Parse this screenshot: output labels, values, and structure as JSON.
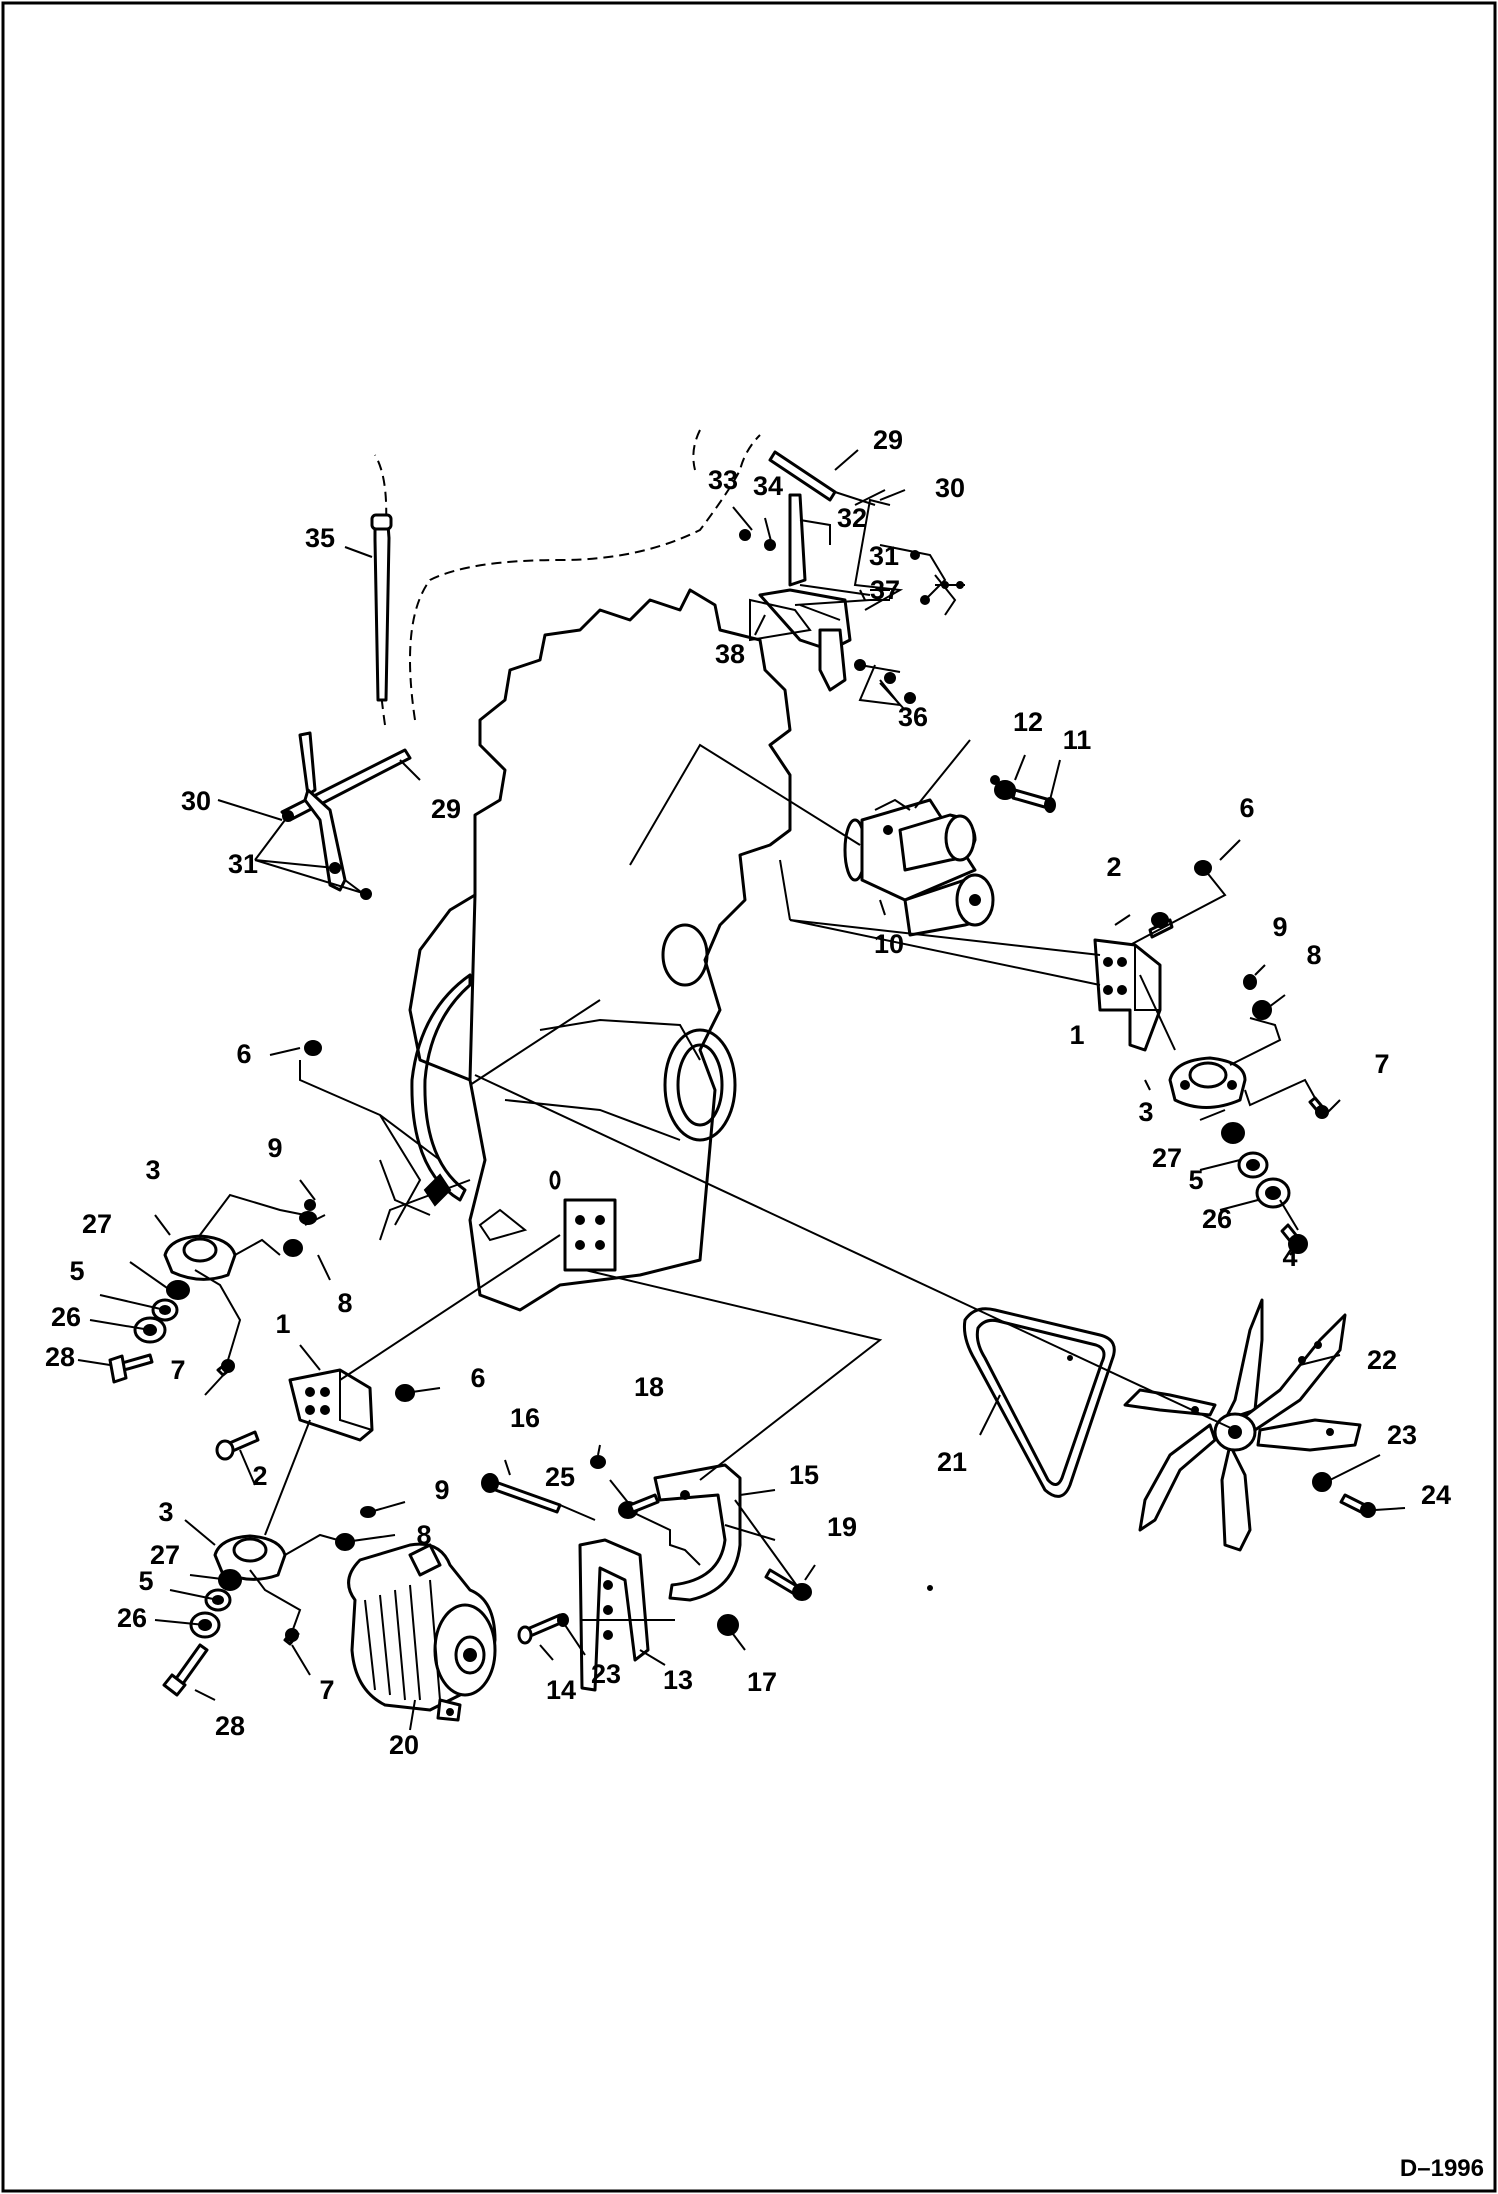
{
  "drawing_code": "D–1996",
  "callouts": [
    {
      "id": "c29a",
      "text": "29"
    },
    {
      "id": "c30a",
      "text": "30"
    },
    {
      "id": "c33",
      "text": "33"
    },
    {
      "id": "c34",
      "text": "34"
    },
    {
      "id": "c32",
      "text": "32"
    },
    {
      "id": "c31a",
      "text": "31"
    },
    {
      "id": "c37",
      "text": "37"
    },
    {
      "id": "c38",
      "text": "38"
    },
    {
      "id": "c36",
      "text": "36"
    },
    {
      "id": "c35",
      "text": "35"
    },
    {
      "id": "c12",
      "text": "12"
    },
    {
      "id": "c11",
      "text": "11"
    },
    {
      "id": "c30b",
      "text": "30"
    },
    {
      "id": "c29b",
      "text": "29"
    },
    {
      "id": "c31b",
      "text": "31"
    },
    {
      "id": "c10",
      "text": "10"
    },
    {
      "id": "c6a",
      "text": "6"
    },
    {
      "id": "c2a",
      "text": "2"
    },
    {
      "id": "c9a",
      "text": "9"
    },
    {
      "id": "c8a",
      "text": "8"
    },
    {
      "id": "c1a",
      "text": "1"
    },
    {
      "id": "c7a",
      "text": "7"
    },
    {
      "id": "c3a",
      "text": "3"
    },
    {
      "id": "c27a",
      "text": "27"
    },
    {
      "id": "c5a",
      "text": "5"
    },
    {
      "id": "c26a",
      "text": "26"
    },
    {
      "id": "c4",
      "text": "4"
    },
    {
      "id": "c6b",
      "text": "6"
    },
    {
      "id": "c9b",
      "text": "9"
    },
    {
      "id": "c3b",
      "text": "3"
    },
    {
      "id": "c27b",
      "text": "27"
    },
    {
      "id": "c8b",
      "text": "8"
    },
    {
      "id": "c5b",
      "text": "5"
    },
    {
      "id": "c26b",
      "text": "26"
    },
    {
      "id": "c28a",
      "text": "28"
    },
    {
      "id": "c1b",
      "text": "1"
    },
    {
      "id": "c6c",
      "text": "6"
    },
    {
      "id": "c7b",
      "text": "7"
    },
    {
      "id": "c2b",
      "text": "2"
    },
    {
      "id": "c18",
      "text": "18"
    },
    {
      "id": "c16",
      "text": "16"
    },
    {
      "id": "c25",
      "text": "25"
    },
    {
      "id": "c15",
      "text": "15"
    },
    {
      "id": "c21",
      "text": "21"
    },
    {
      "id": "c22",
      "text": "22"
    },
    {
      "id": "c23a",
      "text": "23"
    },
    {
      "id": "c24",
      "text": "24"
    },
    {
      "id": "c3c",
      "text": "3"
    },
    {
      "id": "c9c",
      "text": "9"
    },
    {
      "id": "c27c",
      "text": "27"
    },
    {
      "id": "c8c",
      "text": "8"
    },
    {
      "id": "c5c",
      "text": "5"
    },
    {
      "id": "c26c",
      "text": "26"
    },
    {
      "id": "c7c",
      "text": "7"
    },
    {
      "id": "c19",
      "text": "19"
    },
    {
      "id": "c28b",
      "text": "28"
    },
    {
      "id": "c14",
      "text": "14"
    },
    {
      "id": "c23b",
      "text": "23"
    },
    {
      "id": "c13",
      "text": "13"
    },
    {
      "id": "c17",
      "text": "17"
    },
    {
      "id": "c20",
      "text": "20"
    }
  ]
}
